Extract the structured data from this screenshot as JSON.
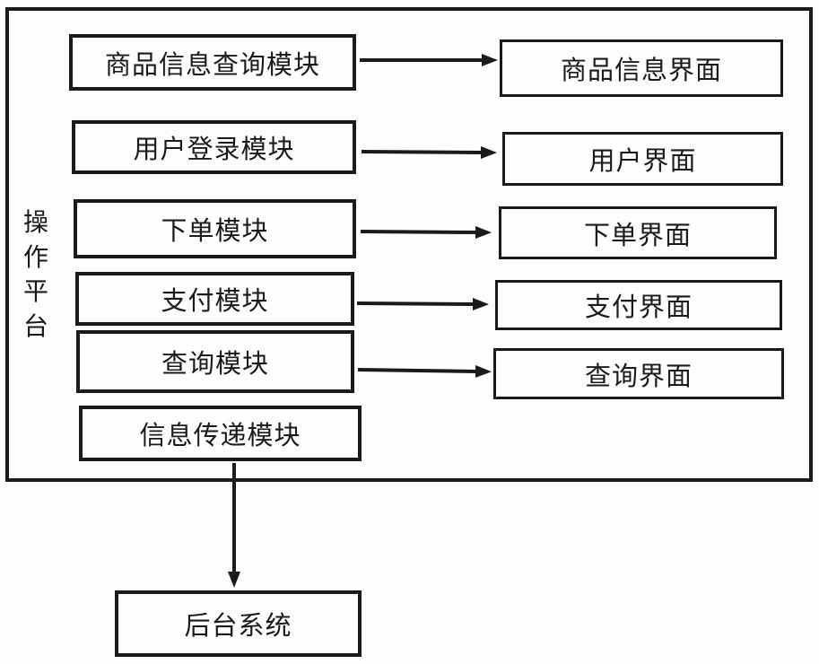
{
  "diagram": {
    "outer_group_label": "操作平台",
    "rows": [
      {
        "module": "商品信息查询模块",
        "interface": "商品信息界面"
      },
      {
        "module": "用户登录模块",
        "interface": "用户界面"
      },
      {
        "module": "下单模块",
        "interface": "下单界面"
      },
      {
        "module": "支付模块",
        "interface": "支付界面"
      },
      {
        "module": "查询模块",
        "interface": "查询界面"
      }
    ],
    "transfer_module": "信息传递模块",
    "backend": "后台系统",
    "colors": {
      "line": "#1a1a1a",
      "background": "#fdfdfd",
      "text": "#1a1a1a"
    }
  }
}
